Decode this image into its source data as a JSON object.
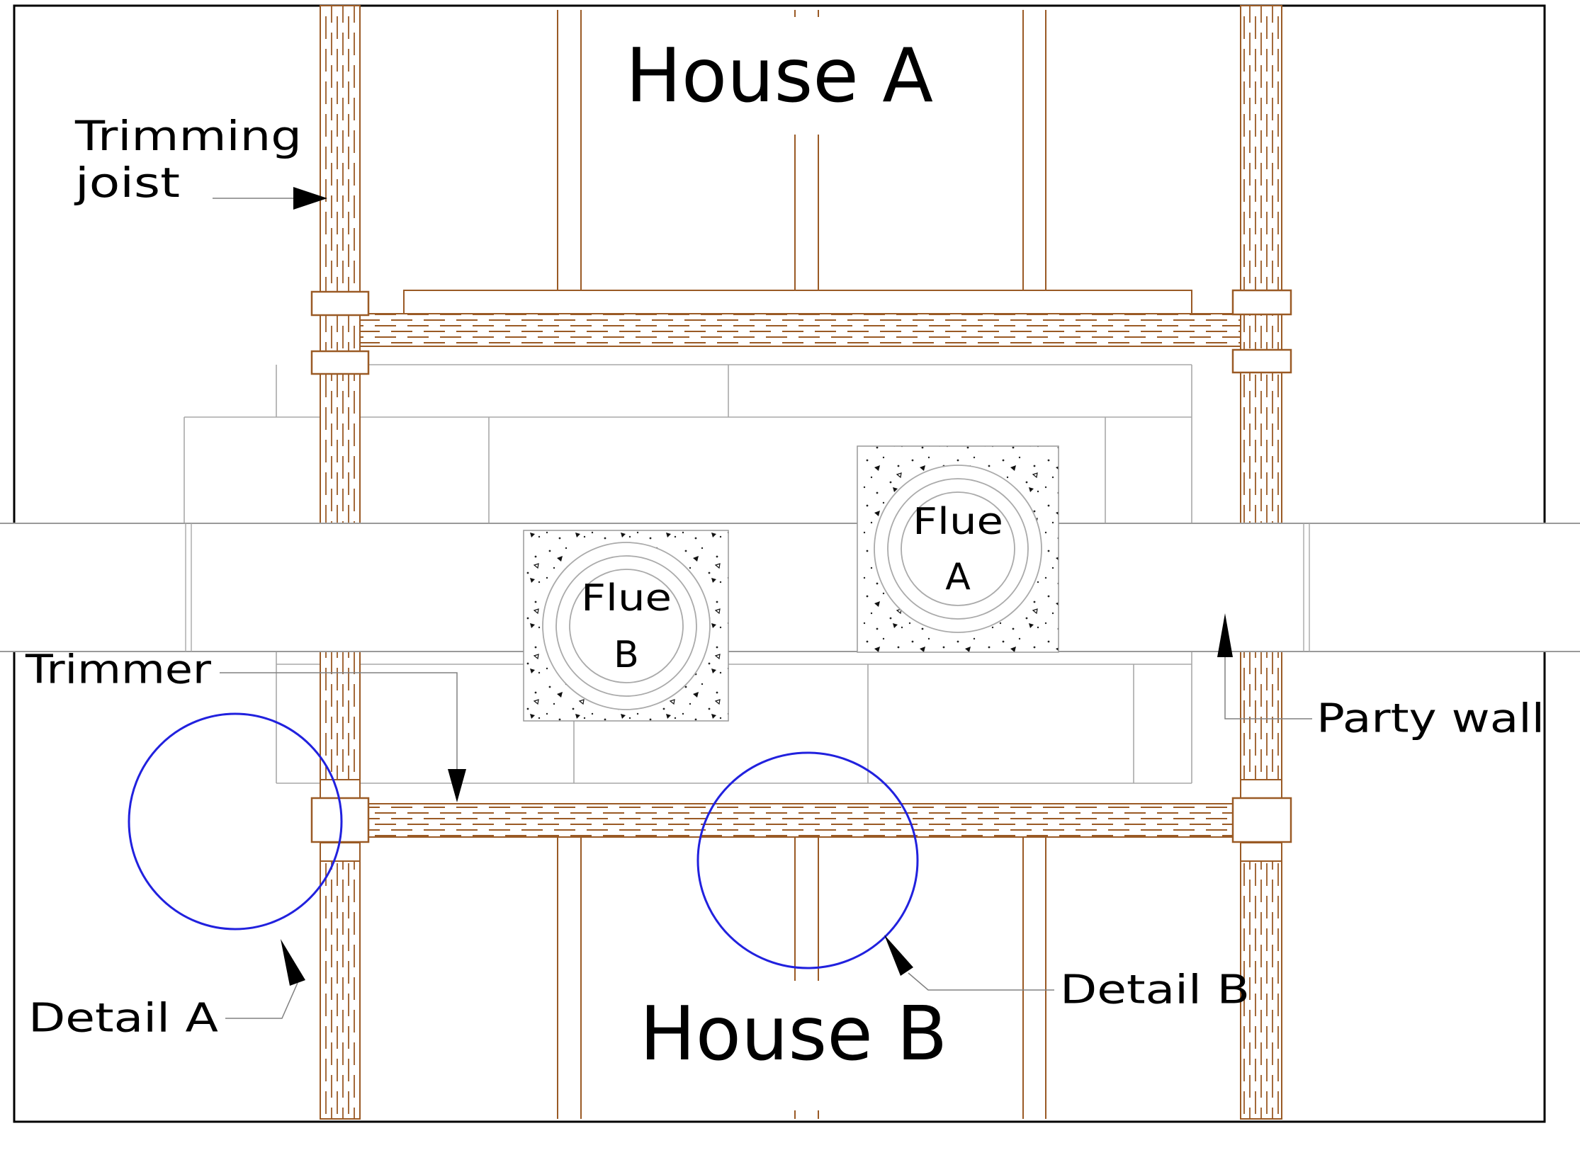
{
  "diagram": {
    "type": "construction-plan-detail",
    "titles": {
      "house_a": "House A",
      "house_b": "House B"
    },
    "labels": {
      "trimming_joist_line1": "Trimming",
      "trimming_joist_line2": "joist",
      "trimmer": "Trimmer",
      "party_wall": "Party wall",
      "detail_a": "Detail A",
      "detail_b": "Detail B",
      "flue_a_line1": "Flue",
      "flue_a_line2": "A",
      "flue_b_line1": "Flue",
      "flue_b_line2": "B"
    },
    "colors": {
      "wood": "#9a5a25",
      "brick_line": "#a8a8a8",
      "band_line": "#9a9a9a",
      "leader": "#808080",
      "detail_circle_blue": "#2121de",
      "arrow": "#000000",
      "border": "#000000",
      "background": "#ffffff",
      "text": "#000000"
    }
  }
}
